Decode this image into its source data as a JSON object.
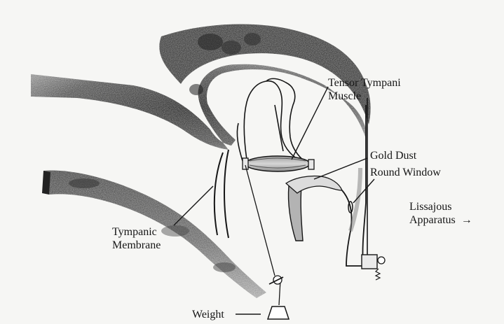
{
  "labels": {
    "tensor_tympani": {
      "line1": "Tensor Tympani",
      "line2": "Muscle"
    },
    "gold_dust": "Gold Dust",
    "round_window": "Round Window",
    "lissajous": {
      "line1": "Lissajous",
      "line2": "Apparatus",
      "arrow": "→"
    },
    "tympanic_membrane": {
      "line1": "Tympanic",
      "line2": "Membrane"
    },
    "weight": "Weight"
  },
  "colors": {
    "background": "#f6f6f4",
    "ink": "#161616",
    "dark_shading": "#3a3a3a",
    "mid_shading": "#8a8a8a",
    "muscle": "#b9b9b9"
  }
}
